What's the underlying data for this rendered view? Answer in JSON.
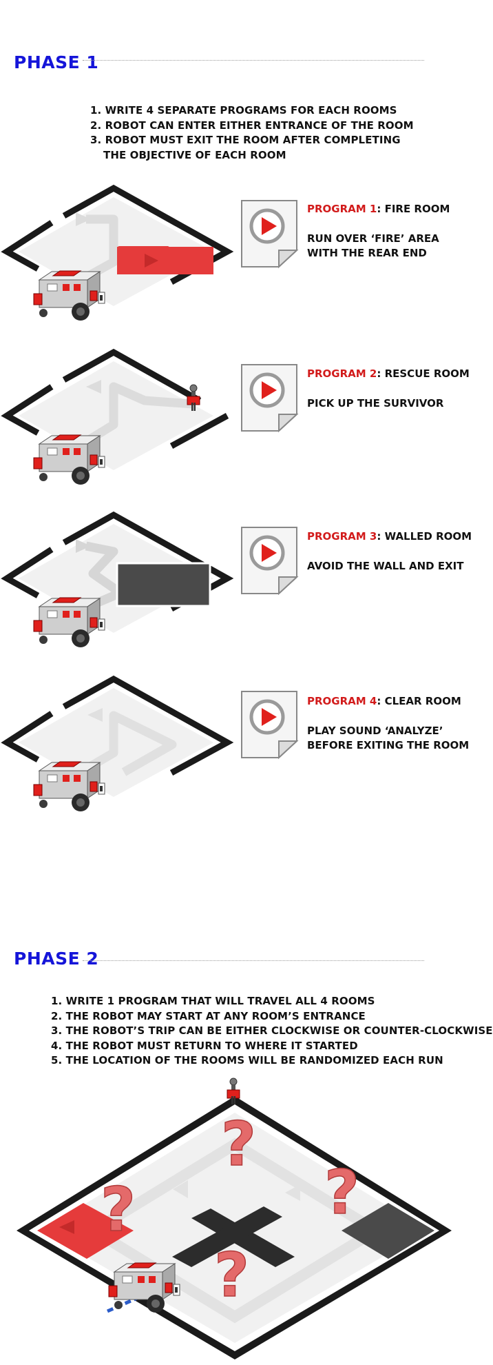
{
  "colors": {
    "phase_blue": "#1515d9",
    "program_red": "#d21b1b",
    "fire_red": "#e53b3b",
    "wall_dark": "#4a4a4a"
  },
  "phase1": {
    "title": "PHASE 1",
    "rules": [
      "1. WRITE 4 SEPARATE PROGRAMS FOR EACH ROOMS",
      "2. ROBOT CAN ENTER EITHER ENTRANCE OF THE ROOM",
      "3. ROBOT MUST EXIT THE ROOM AFTER COMPLETING",
      "THE OBJECTIVE OF EACH ROOM"
    ],
    "programs": [
      {
        "name": "PROGRAM 1",
        "title": ": FIRE ROOM",
        "desc": "RUN OVER ‘FIRE’ AREA WITH THE REAR END",
        "icon": "play-icon"
      },
      {
        "name": "PROGRAM 2",
        "title": ": RESCUE ROOM",
        "desc": "PICK UP THE SURVIVOR",
        "icon": "play-icon"
      },
      {
        "name": "PROGRAM 3",
        "title": ": WALLED ROOM",
        "desc": "AVOID THE WALL AND EXIT",
        "icon": "play-icon"
      },
      {
        "name": "PROGRAM 4",
        "title": ": CLEAR ROOM",
        "desc": "PLAY SOUND ‘ANALYZE’ BEFORE EXITING THE ROOM",
        "icon": "play-icon"
      }
    ]
  },
  "phase2": {
    "title": "PHASE 2",
    "rules": [
      "1. WRITE 1 PROGRAM THAT WILL TRAVEL ALL 4 ROOMS",
      "2. THE ROBOT MAY START AT ANY ROOM’S ENTRANCE",
      "3. THE ROBOT’S TRIP CAN BE EITHER CLOCKWISE OR COUNTER-CLOCKWISE",
      "4. THE ROBOT MUST RETURN TO WHERE IT STARTED",
      "5. THE LOCATION OF THE ROOMS WILL BE RANDOMIZED EACH RUN"
    ],
    "unknown_mark": "?"
  }
}
